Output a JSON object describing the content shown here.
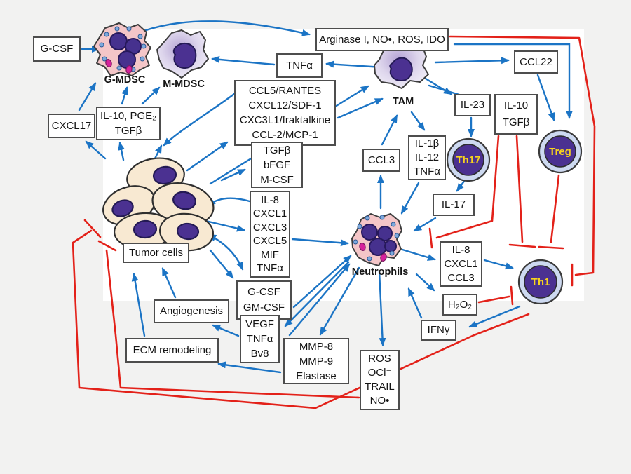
{
  "title": "Tumor microenvironment immune cell signaling diagram",
  "colors": {
    "arrow_blue": "#1b74c5",
    "inhibit_red": "#e32119",
    "box_border": "#4d4d4d",
    "nucleus_purple": "#4b3191",
    "t_cell_ring_blue": "#cdd9f0",
    "t_cell_label_yellow": "#f8d41c",
    "tumor_cell_fill": "#f8e9d2",
    "granulocyte_pink": "#f4c6c8",
    "macrophage_lavender": "#cfc3e4",
    "background_outer": "#f2f2f1",
    "background_inner": "#ffffff"
  },
  "cells": {
    "g_mdsc": "G-MDSC",
    "m_mdsc": "M-MDSC",
    "tam": "TAM",
    "neutrophils": "Neutrophils",
    "th17": "Th17",
    "treg": "Treg",
    "th1": "Th1"
  },
  "boxes": {
    "gcsf": {
      "lines": [
        "G-CSF"
      ]
    },
    "arginase": {
      "lines": [
        "Arginase I, NO•, ROS, IDO"
      ]
    },
    "tnfa": {
      "lines": [
        "TNFα"
      ]
    },
    "ccl22": {
      "lines": [
        "CCL22"
      ]
    },
    "il23": {
      "lines": [
        "IL-23"
      ]
    },
    "il10_tgfb": {
      "lines": [
        "IL-10",
        "TGFβ"
      ]
    },
    "cxcl17": {
      "lines": [
        "CXCL17"
      ]
    },
    "il10_pge2": {
      "lines": [
        "IL-10, PGE₂",
        "TGFβ"
      ]
    },
    "chemokines": {
      "lines": [
        "CCL5/RANTES",
        "CXCL12/SDF-1",
        "CXC3L1/fraktalkine",
        "CCL-2/MCP-1"
      ]
    },
    "growth": {
      "lines": [
        "TGFβ",
        "bFGF",
        "M-CSF"
      ]
    },
    "ccl3": {
      "lines": [
        "CCL3"
      ]
    },
    "il1b": {
      "lines": [
        "IL-1β",
        "IL-12",
        "TNFα"
      ]
    },
    "il17": {
      "lines": [
        "IL-17"
      ]
    },
    "tumor_label": {
      "lines": [
        "Tumor cells"
      ]
    },
    "tumor_factors": {
      "lines": [
        "IL-8",
        "CXCL1",
        "CXCL3",
        "CXCL5",
        "MIF",
        "TNFα"
      ]
    },
    "neutro_chemo": {
      "lines": [
        "IL-8",
        "CXCL1",
        "CCL3"
      ]
    },
    "h2o2": {
      "lines": [
        "H₂O₂"
      ]
    },
    "ifng": {
      "lines": [
        "IFNγ"
      ]
    },
    "csf": {
      "lines": [
        "G-CSF",
        "GM-CSF"
      ]
    },
    "angiogenesis": {
      "lines": [
        "Angiogenesis"
      ]
    },
    "vegf": {
      "lines": [
        "VEGF",
        "TNFα",
        "Bv8"
      ]
    },
    "mmp": {
      "lines": [
        "MMP-8",
        "MMP-9",
        "Elastase"
      ]
    },
    "ecm": {
      "lines": [
        "ECM remodeling"
      ]
    },
    "ros": {
      "lines": [
        "ROS",
        "OCl⁻",
        "TRAIL",
        "NO•"
      ]
    }
  }
}
